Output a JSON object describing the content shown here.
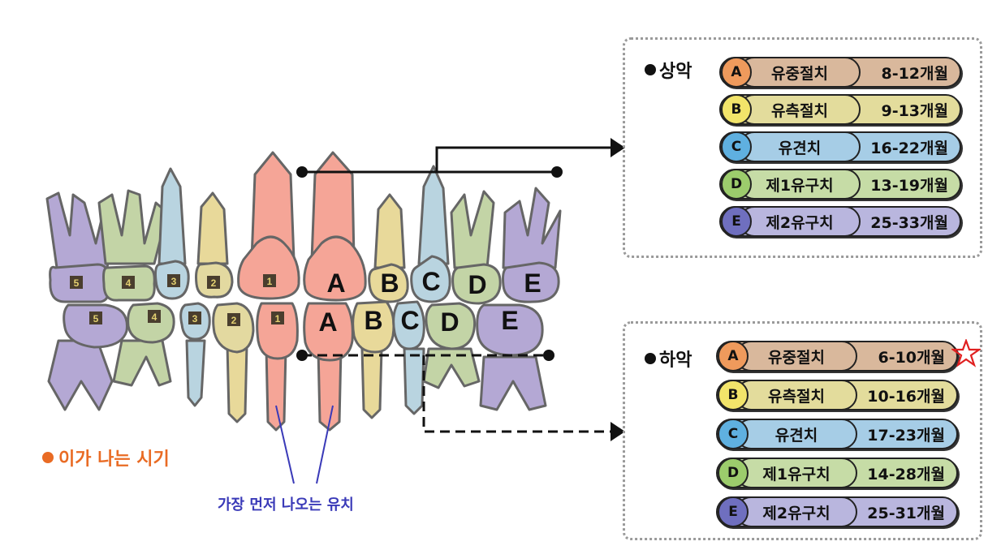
{
  "colors": {
    "A": "#f5a597",
    "B": "#e8d99a",
    "C": "#b9d4e0",
    "D": "#c3d4a6",
    "E": "#b4a8d4",
    "perm": "#e3d9a0",
    "caption_orange": "#e96b24",
    "caption_blue": "#3a3ab8"
  },
  "diagram": {
    "caption_age": "이가 나는 시기",
    "caption_first": "가장 먼저 나오는 유치",
    "primary_labels": {
      "upper": [
        "A",
        "B",
        "C",
        "D",
        "E"
      ],
      "lower": [
        "A",
        "B",
        "C",
        "D",
        "E"
      ]
    },
    "permanent_labels": {
      "upper": [
        "1",
        "2",
        "3",
        "4",
        "5"
      ],
      "lower": [
        "1",
        "2",
        "3",
        "4",
        "5"
      ]
    }
  },
  "upper": {
    "title": "상악",
    "rows": [
      {
        "letter": "A",
        "name": "유중절치",
        "months": "8-12개월",
        "color": "#d9b89c",
        "letter_color": "#ef9a5c"
      },
      {
        "letter": "B",
        "name": "유측절치",
        "months": "9-13개월",
        "color": "#e3dc9c",
        "letter_color": "#f2e46a"
      },
      {
        "letter": "C",
        "name": "유견치",
        "months": "16-22개월",
        "color": "#a6cde6",
        "letter_color": "#5fb0e0"
      },
      {
        "letter": "D",
        "name": "제1유구치",
        "months": "13-19개월",
        "color": "#c6dca6",
        "letter_color": "#9ccc6c"
      },
      {
        "letter": "E",
        "name": "제2유구치",
        "months": "25-33개월",
        "color": "#b9b6de",
        "letter_color": "#6f6fbf"
      }
    ]
  },
  "lower": {
    "title": "하악",
    "rows": [
      {
        "letter": "A",
        "name": "유중절치",
        "months": "6-10개월",
        "color": "#d9b89c",
        "letter_color": "#ef9a5c",
        "star": true
      },
      {
        "letter": "B",
        "name": "유측절치",
        "months": "10-16개월",
        "color": "#e3dc9c",
        "letter_color": "#f2e46a"
      },
      {
        "letter": "C",
        "name": "유견치",
        "months": "17-23개월",
        "color": "#a6cde6",
        "letter_color": "#5fb0e0"
      },
      {
        "letter": "D",
        "name": "제1유구치",
        "months": "14-28개월",
        "color": "#c6dca6",
        "letter_color": "#9ccc6c"
      },
      {
        "letter": "E",
        "name": "제2유구치",
        "months": "25-31개월",
        "color": "#b9b6de",
        "letter_color": "#6f6fbf"
      }
    ]
  }
}
